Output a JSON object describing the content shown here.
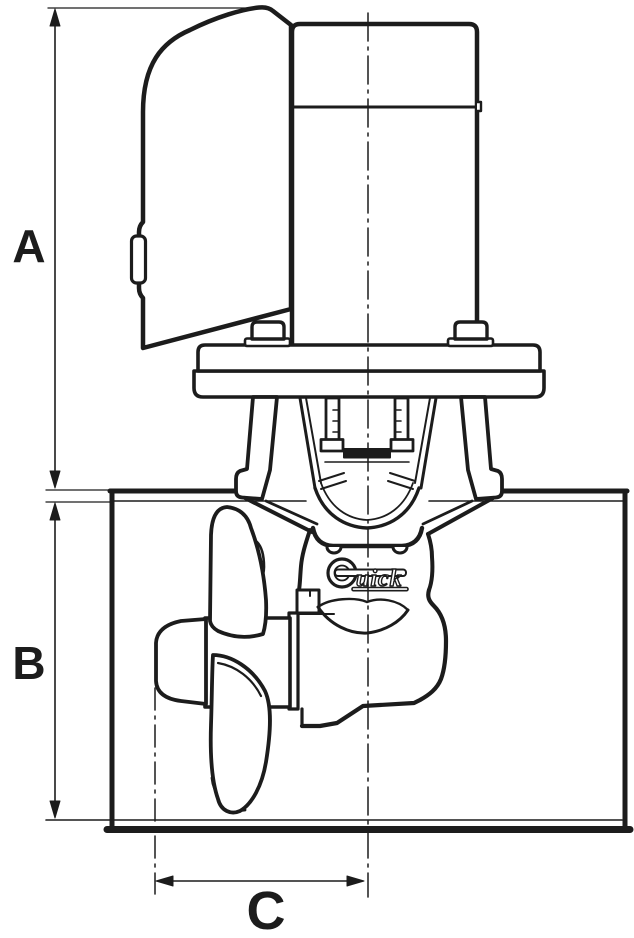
{
  "meta": {
    "background_color": "#ffffff",
    "line_color": "#1c1c1c",
    "drawing_subject": "bow thruster dimensional drawing"
  },
  "labels": {
    "dimension_a": "A",
    "dimension_b": "B",
    "dimension_c": "C"
  },
  "logo": {
    "brand": "Quick",
    "tail": "uick"
  }
}
